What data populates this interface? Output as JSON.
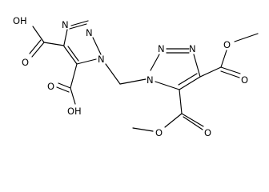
{
  "molecule": {
    "labels": {
      "cooh_upper_oh": "OH",
      "cooh_upper_o": "O",
      "cooh_lower_o": "O",
      "cooh_lower_oh": "OH",
      "ring1_n1": "N",
      "ring1_n2": "N",
      "ring1_n3": "N",
      "ring2_n1": "N",
      "ring2_n2": "N",
      "ring2_n3": "N",
      "ester_upper_o_single": "O",
      "ester_upper_o_double": "O",
      "ester_lower_o_single": "O",
      "ester_lower_o_double": "O"
    }
  }
}
